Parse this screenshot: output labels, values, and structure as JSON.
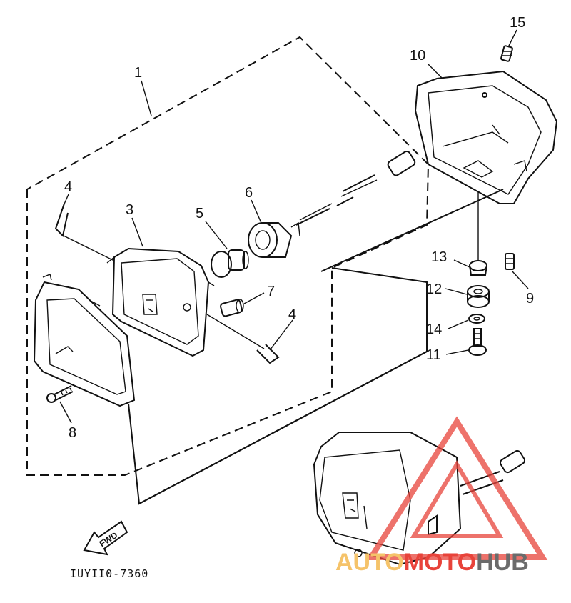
{
  "callouts": [
    {
      "id": "1",
      "label": "1"
    },
    {
      "id": "3",
      "label": "3"
    },
    {
      "id": "4a",
      "label": "4"
    },
    {
      "id": "4b",
      "label": "4"
    },
    {
      "id": "5",
      "label": "5"
    },
    {
      "id": "6",
      "label": "6"
    },
    {
      "id": "7",
      "label": "7"
    },
    {
      "id": "8",
      "label": "8"
    },
    {
      "id": "9",
      "label": "9"
    },
    {
      "id": "10",
      "label": "10"
    },
    {
      "id": "11",
      "label": "11"
    },
    {
      "id": "12",
      "label": "12"
    },
    {
      "id": "13",
      "label": "13"
    },
    {
      "id": "14",
      "label": "14"
    },
    {
      "id": "15",
      "label": "15"
    }
  ],
  "direction_arrow": {
    "label": "FWD"
  },
  "diagram_code": "IUYII0-7360",
  "watermark": {
    "text": "AUTOMOTOHUB",
    "colors": {
      "auto": "#f5c36a",
      "moto": "#e8433a",
      "hub": "#6b6b6b"
    }
  }
}
